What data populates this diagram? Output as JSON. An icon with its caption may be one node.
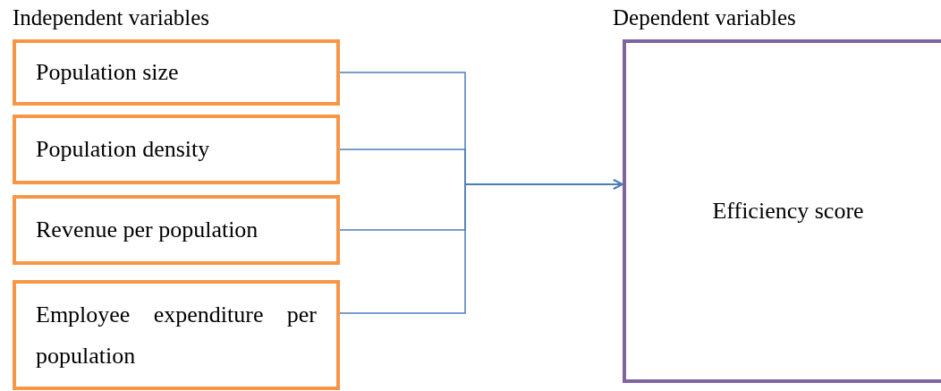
{
  "diagram": {
    "nodes": [
      {
        "text": [
          "Population size"
        ]
      },
      {
        "text": [
          "Population density"
        ]
      },
      {
        "text": [
          "Revenue per population"
        ]
      },
      {
        "text": [
          "Employee expenditure per population"
        ]
      },
      {
        "text": [
          "Efficiency score"
        ]
      }
    ],
    "edges": [
      {
        "from": 0,
        "to": 4,
        "arrow": "to"
      },
      {
        "from": 1,
        "to": 4,
        "arrow": "to"
      },
      {
        "from": 2,
        "to": 4,
        "arrow": "to"
      },
      {
        "from": 3,
        "to": 4,
        "arrow": "to"
      }
    ],
    "labels": [
      "Independent variables",
      "Dependent variables"
    ]
  }
}
